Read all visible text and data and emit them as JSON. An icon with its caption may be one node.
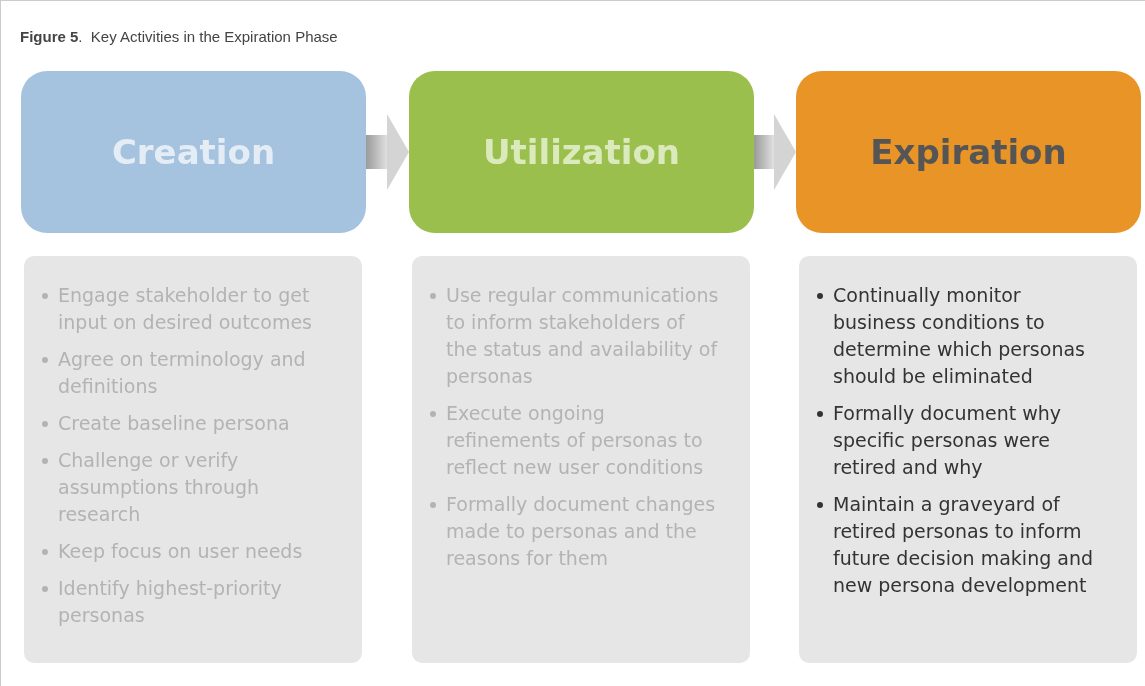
{
  "diagram": {
    "title": "**Figure 5**.  Key Activities in the Expiration Phase",
    "nodes": [
      {
        "text": [
          "Creation"
        ]
      },
      {
        "text": [
          "Utilization"
        ]
      },
      {
        "text": [
          "Expiration"
        ]
      },
      {
        "text": [
          "Engage stakeholder to get input on desired outcomes",
          "Agree on terminology and definitions",
          "Create baseline persona",
          "Challenge or verify assumptions through research",
          "Keep focus on user needs",
          "Identify highest-priority personas"
        ]
      },
      {
        "text": [
          "Use regular communications to inform stakeholders of the status and availability of personas",
          "Execute ongoing refinements of personas to reflect new user conditions",
          "Formally document changes made to personas and the reasons for them"
        ]
      },
      {
        "text": [
          "Continually monitor business conditions to determine which personas should be eliminated",
          "Formally document why specific personas were retired and why",
          "Maintain a graveyard of retired personas to inform future decision making and new persona development"
        ]
      }
    ],
    "edges": [
      {
        "from": 0,
        "to": 1,
        "arrow": "to"
      },
      {
        "from": 1,
        "to": 2,
        "arrow": "to"
      }
    ]
  }
}
